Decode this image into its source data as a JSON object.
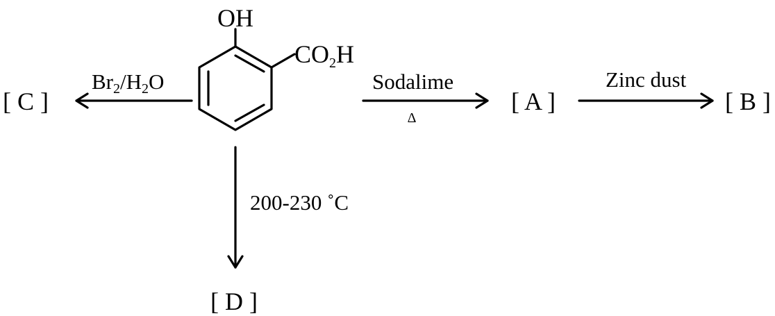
{
  "molecule": {
    "hydroxyl": "OH",
    "carboxyl": {
      "part1": "CO",
      "sub": "2",
      "part2": "H"
    }
  },
  "reactions": {
    "bromination": {
      "reagent": {
        "p1": "Br",
        "s1": "2",
        "p2": "/H",
        "s2": "2",
        "p3": "O"
      },
      "product": "[ C ]"
    },
    "decarboxylation": {
      "reagent": "Sodalime",
      "condition": "Δ",
      "product": "[ A ]"
    },
    "reduction": {
      "reagent": "Zinc dust",
      "product": "[ B ]"
    },
    "heating": {
      "condition": "200-230 ˚C",
      "product": "[ D ]"
    }
  }
}
